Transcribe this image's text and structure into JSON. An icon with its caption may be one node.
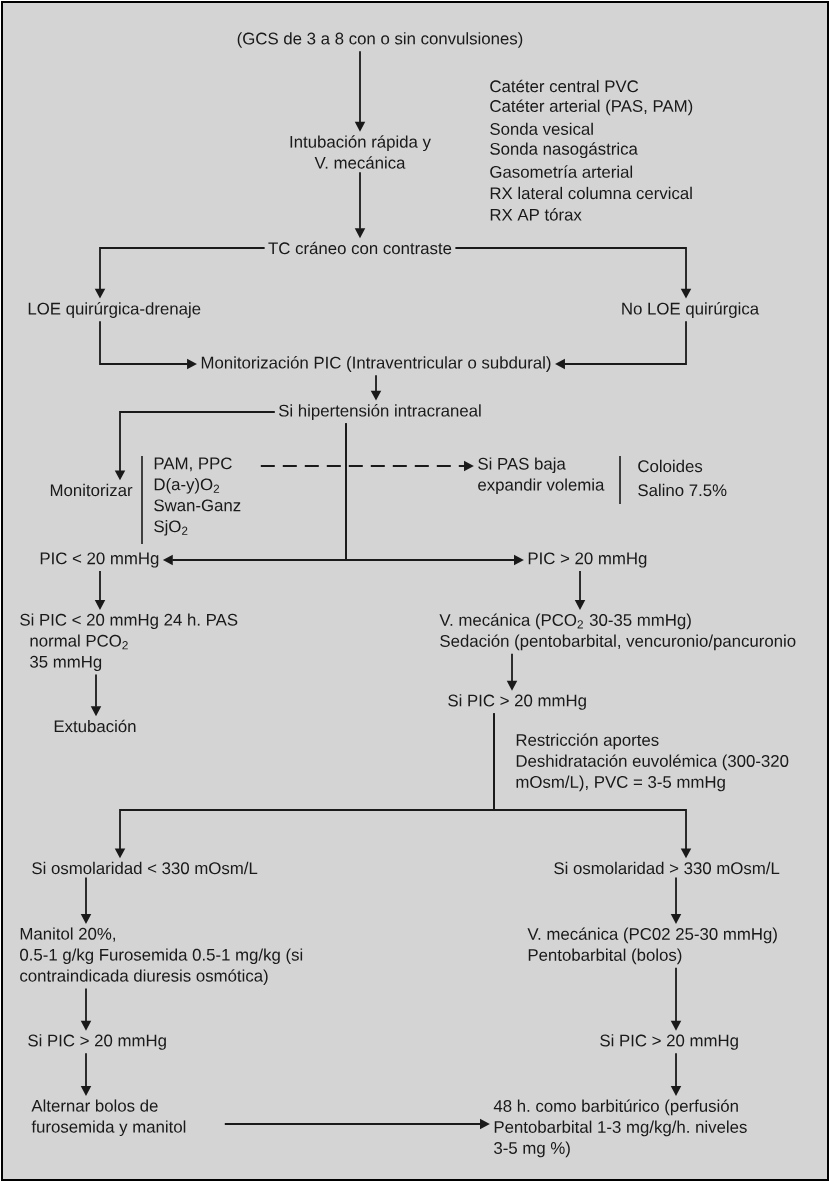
{
  "diagram": {
    "nodes": [
      {
        "text": [
          "(GCS de 3 a 8 con o sin convulsiones)"
        ]
      },
      {
        "text": [
          "Intubación rápida y V. mecánica"
        ]
      },
      {
        "text": [
          "TC cráneo con contraste"
        ]
      },
      {
        "text": [
          "LOE quirúrgica-drenaje"
        ]
      },
      {
        "text": [
          "No LOE quirúrgica"
        ]
      },
      {
        "text": [
          "Monitorización PIC (Intraventricular o subdural)"
        ]
      },
      {
        "text": [
          "Si hipertensión intracraneal"
        ]
      },
      {
        "text": [
          "Monitorizar"
        ]
      },
      {
        "text": [
          "PAM, PPC D(a-y)O$_{2}$ Swan-Ganz SjO$_{2}$"
        ]
      },
      {
        "text": [
          "Si PAS baja expandir volemia"
        ]
      },
      {
        "text": [
          "PIC < 20 mmHg"
        ]
      },
      {
        "text": [
          "PIC > 20 mmHg"
        ]
      },
      {
        "text": [
          "Si PIC < 20 mmHg 24 h. PAS normal PCO$_{2}$ 35 mmHg"
        ]
      },
      {
        "text": [
          "Extubación"
        ]
      },
      {
        "text": [
          "V. mecánica (PCO$_{2}$ 30-35 mmHg) Sedación (pentobarbital, vencuronio/pancuronio"
        ]
      },
      {
        "text": [
          "Si PIC > 20 mmHg"
        ]
      },
      {
        "text": [
          "Si osmolaridad < 330 mOsm/L"
        ]
      },
      {
        "text": [
          "Si osmolaridad > 330 mOsm/L"
        ]
      },
      {
        "text": [
          "Manitol 20%, 0.5-1 g/kg Furosemida 0.5-1 mg/kg (si contraindicada diuresis osmótica)"
        ]
      },
      {
        "text": [
          "V. mecánica (PC02 25-30 mmHg) Pentobarbital (bolos)"
        ]
      },
      {
        "text": [
          "Si PIC > 20 mmHg"
        ]
      },
      {
        "text": [
          "Si PIC > 20 mmHg"
        ]
      },
      {
        "text": [
          "Alternar bolos de furosemida y manitol"
        ]
      },
      {
        "text": [
          "48 h. como barbitúrico (perfusión Pentobarbital 1-3 mg/kg/h. niveles 3-5 mg %)"
        ]
      }
    ],
    "edges": [
      {
        "from": 0,
        "to": 1,
        "arrow": "to"
      },
      {
        "from": 1,
        "to": 2,
        "arrow": "to"
      },
      {
        "from": 2,
        "to": 3,
        "arrow": "to"
      },
      {
        "from": 2,
        "to": 4,
        "arrow": "to"
      },
      {
        "from": 3,
        "to": 5,
        "arrow": "to"
      },
      {
        "from": 4,
        "to": 5,
        "arrow": "to"
      },
      {
        "from": 5,
        "to": 6,
        "arrow": "to"
      },
      {
        "from": 6,
        "to": 7,
        "arrow": "to"
      },
      {
        "from": 8,
        "to": 9,
        "arrow": "to",
        "style": "dashed"
      },
      {
        "from": 6,
        "to": 10,
        "arrow": "to"
      },
      {
        "from": 6,
        "to": 11,
        "arrow": "to"
      },
      {
        "from": 10,
        "to": 12,
        "arrow": "to"
      },
      {
        "from": 12,
        "to": 13,
        "arrow": "to"
      },
      {
        "from": 11,
        "to": 14,
        "arrow": "to"
      },
      {
        "from": 14,
        "to": 15,
        "arrow": "to"
      },
      {
        "from": 15,
        "to": 16,
        "arrow": "to"
      },
      {
        "from": 15,
        "to": 17,
        "arrow": "to"
      },
      {
        "from": 16,
        "to": 18,
        "arrow": "to"
      },
      {
        "from": 18,
        "to": 20,
        "arrow": "to"
      },
      {
        "from": 20,
        "to": 22,
        "arrow": "to"
      },
      {
        "from": 17,
        "to": 19,
        "arrow": "to"
      },
      {
        "from": 19,
        "to": 21,
        "arrow": "to"
      },
      {
        "from": 21,
        "to": 23,
        "arrow": "to"
      },
      {
        "from": 22,
        "to": 23,
        "arrow": "to"
      }
    ],
    "labels": [
      "Catéter central PVC",
      "Catéter arterial (PAS, PAM)",
      "Sonda vesical",
      "Sonda nasogástrica",
      "Gasometría arterial",
      "RX lateral columna cervical",
      "RX AP tórax",
      "Coloides",
      "Salino 7.5%",
      "Restricción aportes Deshidratación euvolémica (300-320 mOsm/L), PVC = 3-5 mmHg"
    ]
  }
}
